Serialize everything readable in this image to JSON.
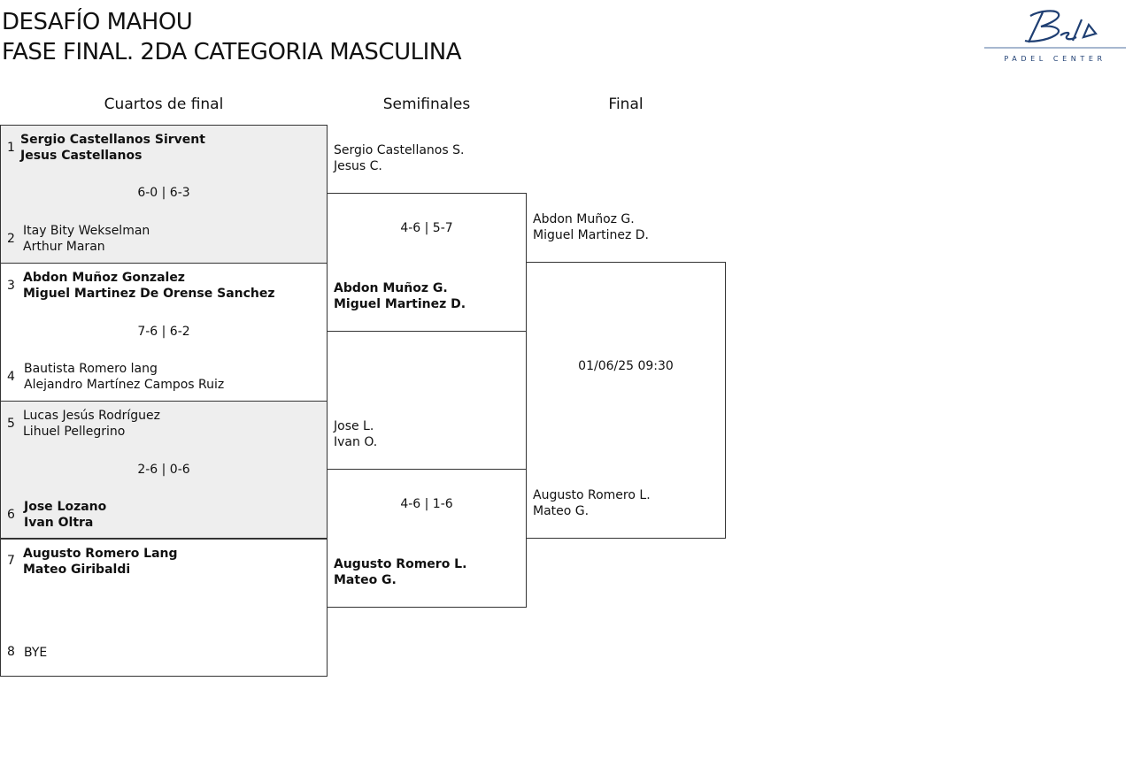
{
  "title": {
    "line1": "DESAFÍO MAHOU",
    "line2": "FASE FINAL. 2DA CATEGORIA MASCULINA"
  },
  "logo": {
    "script": "Bela",
    "subtitle": "PADEL CENTER",
    "color": "#1f3f73"
  },
  "rounds": [
    "Cuartos de final",
    "Semifinales",
    "Final"
  ],
  "quarters": [
    {
      "seed_a": "1",
      "a": [
        "Sergio Castellanos Sirvent",
        "Jesus Castellanos"
      ],
      "seed_b": "2",
      "b": [
        "Itay Bity Wekselman",
        "Arthur Maran"
      ],
      "score": "6-0 | 6-3",
      "winner": "a"
    },
    {
      "seed_a": "3",
      "a": [
        "Abdon Muñoz Gonzalez",
        "Miguel Martinez De Orense Sanchez"
      ],
      "seed_b": "4",
      "b": [
        "Bautista Romero lang",
        "Alejandro Martínez Campos Ruiz"
      ],
      "score": "7-6 | 6-2",
      "winner": "a"
    },
    {
      "seed_a": "5",
      "a": [
        "Lucas Jesús Rodríguez",
        "Lihuel Pellegrino"
      ],
      "seed_b": "6",
      "b": [
        "Jose Lozano",
        "Ivan Oltra"
      ],
      "score": "2-6 | 0-6",
      "winner": "b"
    },
    {
      "seed_a": "7",
      "a": [
        "Augusto Romero Lang",
        "Mateo Giribaldi"
      ],
      "seed_b": "8",
      "b": [
        "BYE",
        ""
      ],
      "score": "",
      "winner": "a"
    }
  ],
  "semis": [
    {
      "a": [
        "Sergio Castellanos S.",
        "Jesus C."
      ],
      "b": [
        "Abdon Muñoz G.",
        "Miguel Martinez D."
      ],
      "score": "4-6 | 5-7"
    },
    {
      "a": [
        "Jose L.",
        "Ivan O."
      ],
      "b": [
        "Augusto Romero L.",
        "Mateo G."
      ],
      "score": "4-6 | 1-6"
    }
  ],
  "final": {
    "a": [
      "Abdon Muñoz G.",
      "Miguel Martinez D."
    ],
    "b": [
      "Augusto Romero L.",
      "Mateo G."
    ],
    "schedule": "01/06/25 09:30"
  }
}
